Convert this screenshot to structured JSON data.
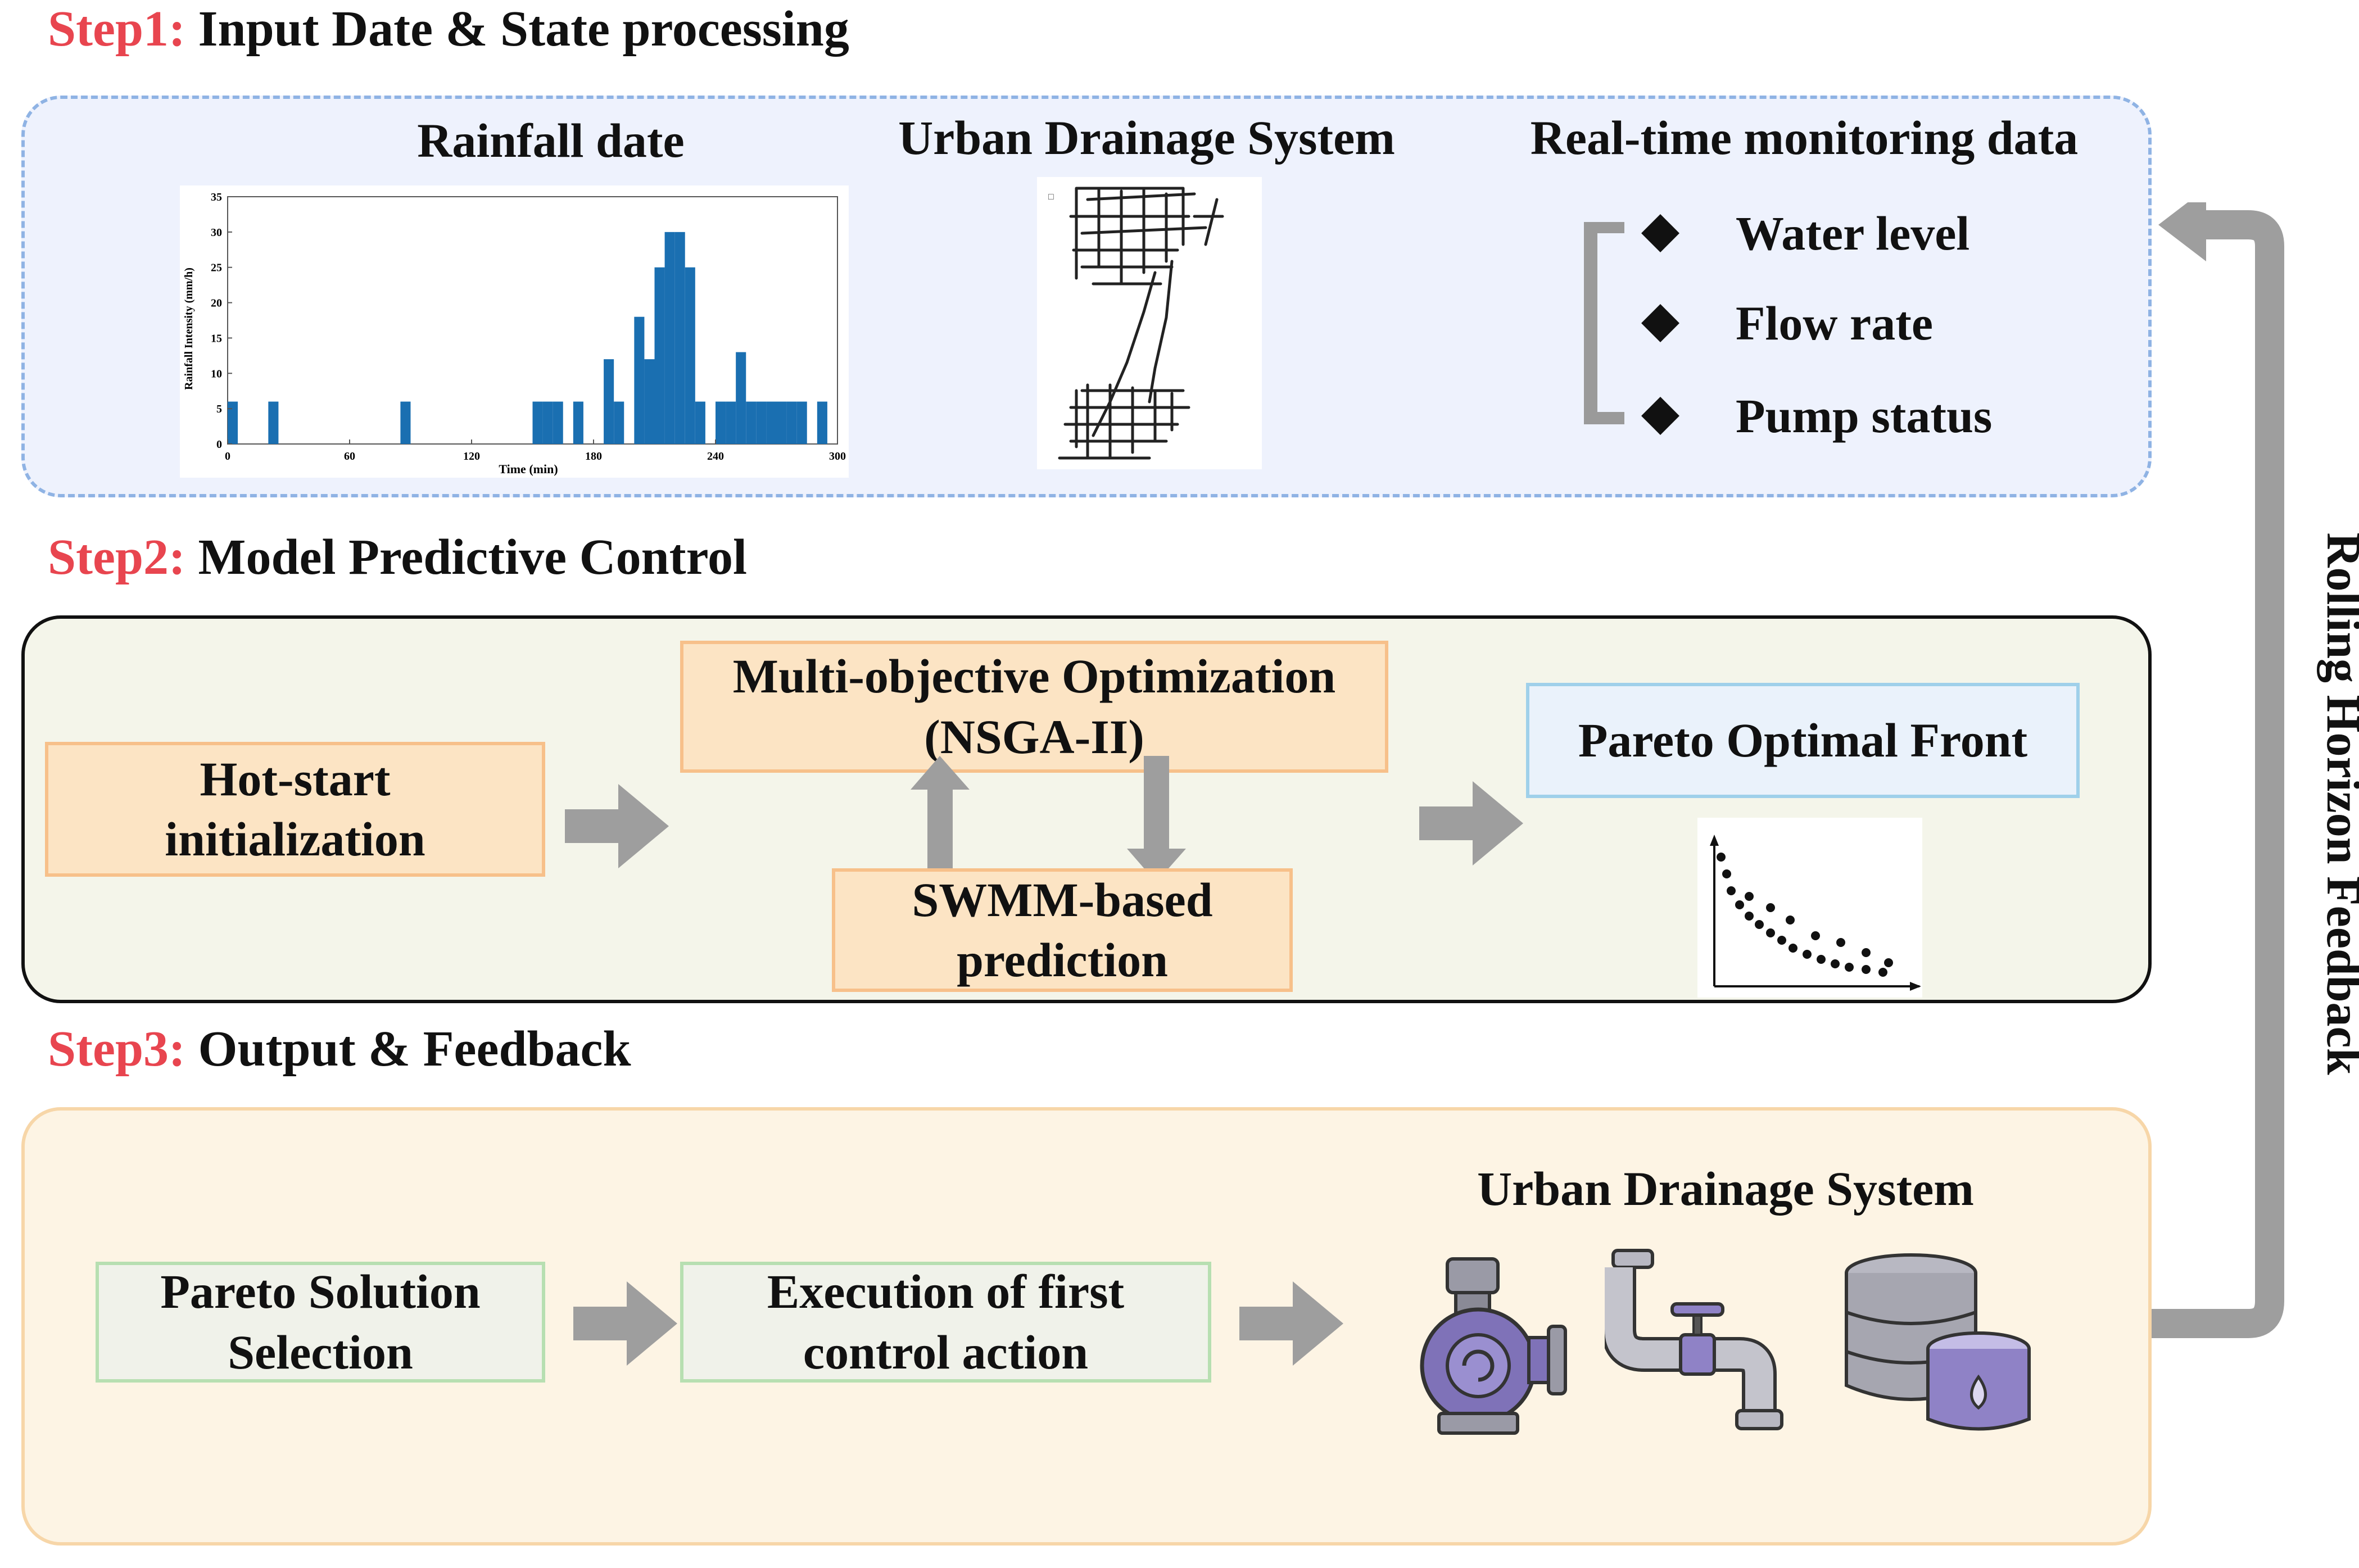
{
  "step1": {
    "num": "Step1:",
    "title": "Input Date & State processing"
  },
  "step2": {
    "num": "Step2:",
    "title": "Model Predictive Control"
  },
  "step3": {
    "num": "Step3:",
    "title": "Output & Feedback"
  },
  "panel1": {
    "rainfall_label": "Rainfall date",
    "drainage_label": "Urban Drainage System",
    "monitoring_label": "Real-time monitoring data",
    "monitoring_items": [
      "Water level",
      "Flow rate",
      "Pump status"
    ]
  },
  "panel2": {
    "hotstart": [
      "Hot-start",
      "initialization"
    ],
    "moo": [
      "Multi-objective Optimization",
      "(NSGA-II)"
    ],
    "swmm": [
      "SWMM-based",
      "prediction"
    ],
    "pareto_front": "Pareto Optimal Front"
  },
  "panel3": {
    "pareto_selection": [
      "Pareto Solution",
      "Selection"
    ],
    "execution": [
      "Execution of first",
      "control action"
    ],
    "drainage_label": "Urban Drainage System"
  },
  "feedback_label": "Rolling Horizon Feedback",
  "colors": {
    "step_red": "#e8454f",
    "bar_blue": "#1a6fb1",
    "arrow_gray": "#9e9e9e"
  },
  "icons": [
    "pump-icon",
    "pipe-valve-icon",
    "storage-tank-icon"
  ],
  "chart_data": {
    "type": "bar",
    "title": "",
    "xlabel": "Time (min)",
    "ylabel": "Rainfall Intensity (mm/h)",
    "x_ticks": [
      "0",
      "60",
      "120",
      "180",
      "240",
      "300"
    ],
    "y_ticks": [
      "0",
      "5",
      "10",
      "15",
      "20",
      "25",
      "30",
      "35"
    ],
    "xlim": [
      0,
      300
    ],
    "ylim": [
      0,
      35
    ],
    "bin_width": 5,
    "x": [
      0,
      20,
      85,
      150,
      155,
      160,
      170,
      185,
      190,
      200,
      205,
      210,
      215,
      220,
      225,
      230,
      240,
      245,
      250,
      255,
      260,
      265,
      270,
      275,
      280,
      290
    ],
    "values": [
      6,
      6,
      6,
      6,
      6,
      6,
      6,
      12,
      6,
      18,
      12,
      25,
      30,
      30,
      25,
      6,
      6,
      6,
      13,
      6,
      6,
      6,
      6,
      6,
      6,
      6
    ]
  }
}
